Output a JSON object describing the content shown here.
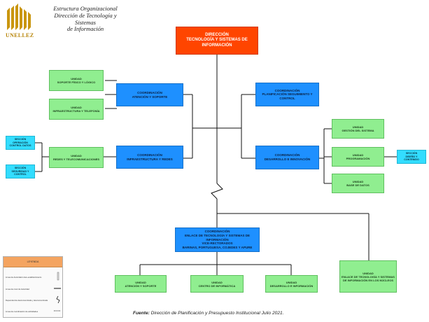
{
  "header": {
    "title_line1": "Estructura Organizacional",
    "title_line2": "Dirección de Tecnología y Sistemas",
    "title_line3": "de Información",
    "logo_text": "UNELLEZ"
  },
  "direction": {
    "line1": "DIRECCIÓN",
    "line2": "TECNOLOGÍA Y SISTEMAS DE",
    "line3": "INFORMACIÓN"
  },
  "coord_atencion": {
    "line1": "COORDINACIÓN",
    "line2": "ATENCIÓN Y SOPORTE"
  },
  "coord_planificacion": {
    "line1": "COORDINACIÓN",
    "line2": "PLANIFICACIÓN SEGUIMIENTO Y",
    "line3": "CONTROL"
  },
  "coord_infra": {
    "line1": "COORDINACIÓN",
    "line2": "INFRAESTRUCTURA Y REDES"
  },
  "coord_desarrollo": {
    "line1": "COORDINACIÓN",
    "line2": "DESARROLLO E INNOVACIÓN"
  },
  "unit_soporte_fisico": {
    "line1": "UNIDAD",
    "line2": "SOPORTE FÍSICO Y LÓGICO"
  },
  "unit_infra_telefonia": {
    "line1": "UNIDAD",
    "line2": "INFRAESTRUCTURA Y TELEFONÍA"
  },
  "unit_redes": {
    "line1": "UNIDAD",
    "line2": "REDES Y TELECOMUNICACIONES"
  },
  "section_operacion": {
    "line1": "SECCIÓN",
    "line2": "OPERACIÓN",
    "line3": "CONTROL DATOS"
  },
  "section_seguridad": {
    "line1": "SECCIÓN",
    "line2": "SEGURIDAD Y",
    "line3": "CONTROL"
  },
  "unit_gestion": {
    "line1": "UNIDAD",
    "line2": "GESTIÓN DEL SISTEMA"
  },
  "unit_programacion": {
    "line1": "UNIDAD",
    "line2": "PROGRAMACIÓN"
  },
  "unit_base_datos": {
    "line1": "UNIDAD",
    "line2": "BASE DE DATOS"
  },
  "section_diseno": {
    "line1": "SECCIÓN",
    "line2": "DISEÑO Y",
    "line3": "CONTENIDO"
  },
  "coord_enlace": {
    "line1": "COORDINACIÓN",
    "line2": "ENLACE DE TECNOLOGÍA Y SISTEMAS DE",
    "line3": "INFORMACIÓN",
    "line4": "VICE-RECTORADOS",
    "line5": "BARINAS, PORTUGUESA, COJEDES Y APURE"
  },
  "unit_atencion_soporte": {
    "line1": "UNIDAD",
    "line2": "ATENCIÓN Y SOPORTE"
  },
  "unit_centro_informatica": {
    "line1": "UNIDAD",
    "line2": "CENTRO DE INFORMÁTICA"
  },
  "unit_desarrollo_info": {
    "line1": "UNIDAD",
    "line2": "DESARROLLO E INFORMACIÓN"
  },
  "unit_enlace_nucleos": {
    "line1": "UNIDAD",
    "line2": "ENLACE DE TECNOLOGÍA Y SISTEMAS",
    "line3": "DE INFORMACIÓN EN LOS NÚCLEOS"
  },
  "legend": {
    "title": "LEYENDA",
    "row1": "Línea de Autoridad unive-establecimiento",
    "row2": "Línea de nivel de Autoridad",
    "row3": "Dependencia desconcentrada y desconcentrada",
    "row4": "Línea de coordinación de actividades"
  },
  "source": {
    "label": "Fuente:",
    "text": " Dirección de Planificación y Presupuesto Institucional Julio 2021."
  }
}
